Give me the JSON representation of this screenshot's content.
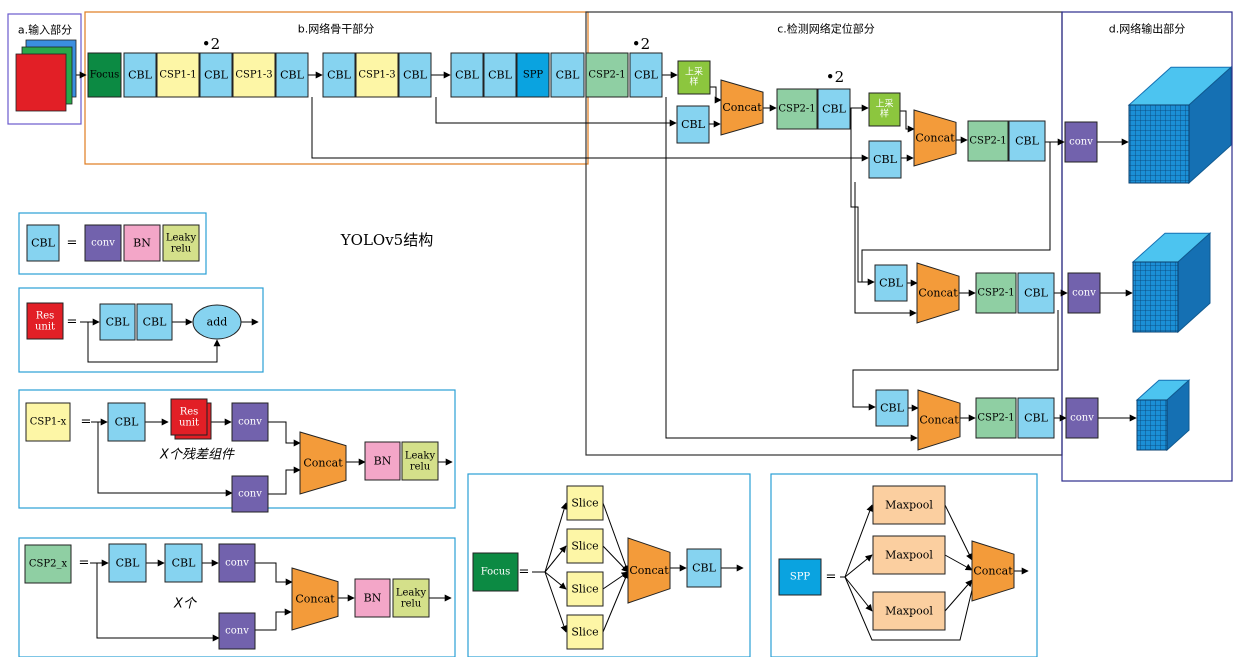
{
  "colors": {
    "cbl": "#86d3f0",
    "csp1": "#fdf6a6",
    "csp2": "#8fcfa3",
    "conv": "#7262ad",
    "bn": "#f3a6c8",
    "leaky": "#d4e08a",
    "concat": "#f39b3a",
    "focus": "#0c8a43",
    "spp": "#0aa3e0",
    "upsample": "#8cc63e",
    "res": "#e21f26",
    "maxpool": "#fbcfa0",
    "slice": "#fdf6a6",
    "frame_a": "#6a5acd",
    "frame_b": "#e07b1f",
    "frame_c": "#333333",
    "frame_d": "#2b2b8c",
    "legend_frame": "#2a9fd6",
    "cube_front": "#1b8fd6",
    "cube_top": "#4cc4f0",
    "cube_side": "#1570b3"
  },
  "title": "YOLOv5结构",
  "sections": {
    "input": "a.输入部分",
    "backbone": "b.网络骨干部分",
    "neck": "c.检测网络定位部分",
    "output": "d.网络输出部分"
  },
  "repeat_mark": "•2",
  "labels": {
    "focus": "Focus",
    "cbl": "CBL",
    "csp1_1": "CSP1-1",
    "csp1_3": "CSP1-3",
    "spp": "SPP",
    "csp2_1": "CSP2-1",
    "upsample": "上采\n样",
    "concat": "Concat",
    "conv": "conv",
    "bn": "BN",
    "leaky": "Leaky\nrelu",
    "res_unit": "Res\nunit",
    "add": "add",
    "csp1_x": "CSP1-x",
    "csp2_x": "CSP2_x",
    "slice": "Slice",
    "maxpool": "Maxpool",
    "equals": "=",
    "x_res": "X个残差组件",
    "x_count": "X个"
  }
}
